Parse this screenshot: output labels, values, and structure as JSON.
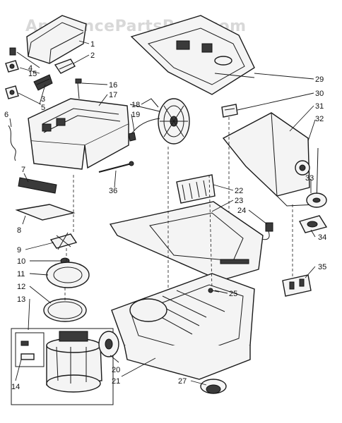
{
  "watermark": "AppliancePartsPros.com",
  "callouts": [
    "1",
    "2",
    "3",
    "4",
    "5",
    "6",
    "7",
    "8",
    "9",
    "10",
    "11",
    "12",
    "13",
    "14",
    "15",
    "16",
    "17",
    "18",
    "19",
    "20",
    "21",
    "22",
    "23",
    "24",
    "25",
    "27",
    "29",
    "30",
    "31",
    "32",
    "33",
    "34",
    "35",
    "36"
  ]
}
